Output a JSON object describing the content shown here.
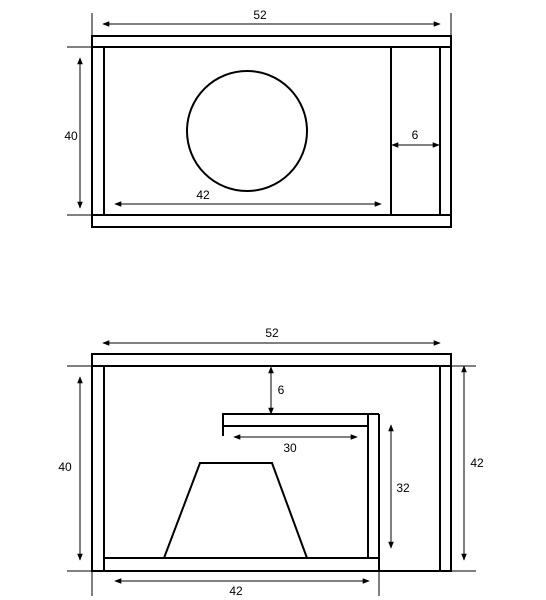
{
  "top_view": {
    "dims": {
      "width": "52",
      "height": "40",
      "inner_width": "42",
      "port_width": "6"
    }
  },
  "side_view": {
    "dims": {
      "width": "52",
      "height_left": "40",
      "height_right": "42",
      "bottom_width": "42",
      "shelf_gap": "6",
      "shelf_length": "30",
      "shelf_drop": "32"
    }
  },
  "colors": {
    "line": "#000000",
    "background": "#ffffff"
  }
}
